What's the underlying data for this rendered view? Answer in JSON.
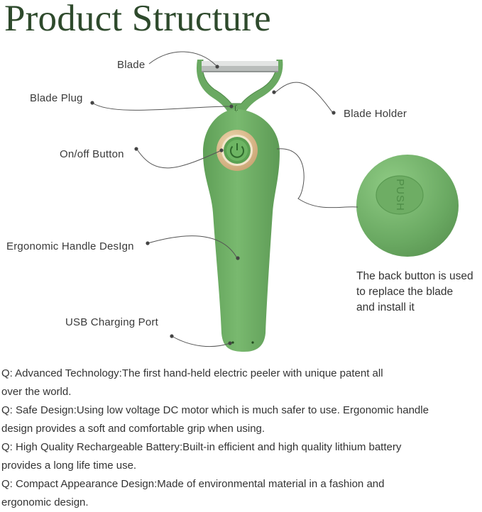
{
  "title": "Product Structure",
  "labels": {
    "blade": "Blade",
    "blade_plug": "Blade Plug",
    "blade_holder": "Blade Holder",
    "onoff_button": "On/off Button",
    "handle": "Ergonomic Handle DesIgn",
    "usb_port": "USB Charging Port"
  },
  "push_text": "PUSH",
  "back_note": [
    "The back button is used",
    "to replace the blade",
    "and install it"
  ],
  "features": [
    [
      "Q: Advanced Technology:The first hand-held electric peeler with unique patent all",
      "over the world."
    ],
    [
      "Q: Safe Design:Using low voltage DC motor which is much safer to use. Ergonomic handle",
      "design provides a soft and comfortable grip when using."
    ],
    [
      "Q: High Quality Rechargeable Battery:Built-in efficient and high quality lithium battery",
      "provides a long life time use."
    ],
    [
      "Q: Compact Appearance Design:Made of environmental material in a fashion and",
      "ergonomic design."
    ]
  ],
  "colors": {
    "title": "#2e4a2c",
    "body_green": "#6fae66",
    "ring_gold": "#d9b98a",
    "button_green": "#5aa152"
  }
}
